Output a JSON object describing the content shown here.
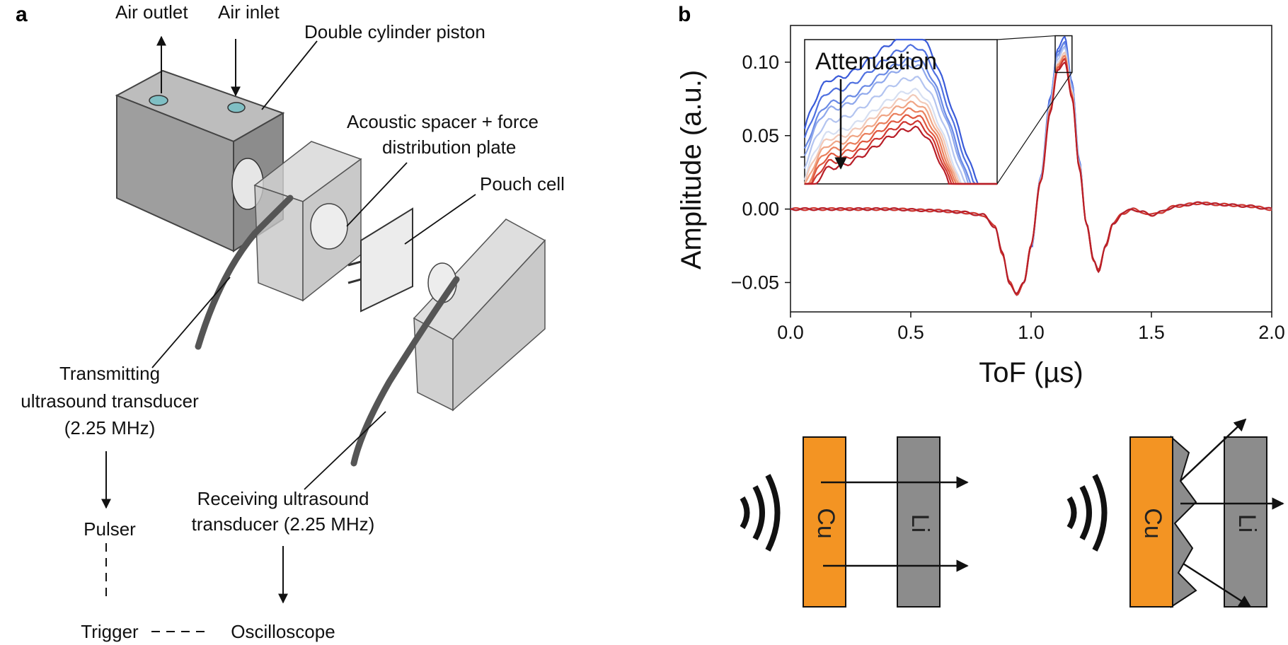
{
  "panel_a": {
    "letter": "a",
    "labels": {
      "air_outlet": "Air outlet",
      "air_inlet": "Air inlet",
      "piston": "Double cylinder piston",
      "spacer_line1": "Acoustic spacer + force",
      "spacer_line2": "distribution plate",
      "pouch": "Pouch cell",
      "tx_line1": "Transmitting",
      "tx_line2": "ultrasound transducer",
      "tx_line3": "(2.25 MHz)",
      "rx_line1": "Receiving ultrasound",
      "rx_line2": "transducer (2.25 MHz)",
      "pulser": "Pulser",
      "trigger": "Trigger",
      "oscilloscope": "Oscilloscope"
    }
  },
  "panel_b": {
    "letter": "b",
    "inset_label": "Attenuation",
    "left_metal_1": "Cu",
    "left_metal_2": "Li",
    "right_metal_1": "Cu",
    "right_metal_2": "Li"
  },
  "chart_data": {
    "type": "line",
    "xlabel": "ToF (µs)",
    "ylabel": "Amplitude (a.u.)",
    "xlim": [
      0.0,
      2.0
    ],
    "ylim": [
      -0.07,
      0.125
    ],
    "xticks": [
      0.0,
      0.5,
      1.0,
      1.5,
      2.0
    ],
    "xtick_labels": [
      "0.0",
      "0.5",
      "1.0",
      "1.5",
      "2.0"
    ],
    "yticks": [
      -0.05,
      0.0,
      0.05,
      0.1
    ],
    "ytick_labels": [
      "−0.05",
      "0.00",
      "0.05",
      "0.10"
    ],
    "grid": false,
    "waveform": {
      "x": [
        0.0,
        0.2,
        0.4,
        0.6,
        0.7,
        0.8,
        0.85,
        0.88,
        0.91,
        0.94,
        0.97,
        1.0,
        1.04,
        1.08,
        1.11,
        1.14,
        1.17,
        1.2,
        1.23,
        1.26,
        1.28,
        1.31,
        1.34,
        1.38,
        1.42,
        1.46,
        1.5,
        1.54,
        1.6,
        1.7,
        1.8,
        1.9,
        2.0
      ],
      "y": [
        0.0,
        0.0,
        0.0,
        -0.001,
        -0.002,
        -0.004,
        -0.012,
        -0.03,
        -0.05,
        -0.058,
        -0.05,
        -0.025,
        0.02,
        0.07,
        0.1,
        0.107,
        0.08,
        0.03,
        -0.01,
        -0.035,
        -0.042,
        -0.025,
        -0.01,
        -0.003,
        0.0,
        -0.002,
        -0.004,
        -0.002,
        0.002,
        0.004,
        0.003,
        0.002,
        0.0
      ]
    },
    "peak_scale": [
      1.09,
      1.07,
      1.05,
      1.04,
      1.02,
      1.0,
      0.99,
      0.98,
      0.97,
      0.96,
      0.95,
      0.94
    ],
    "series_colors": [
      "#3a5bd9",
      "#4f70e0",
      "#6a8ae6",
      "#8fa8ec",
      "#b3c4f0",
      "#d6dff2",
      "#f2c9b8",
      "#f0a585",
      "#ea7f5c",
      "#e0583f",
      "#cf3630",
      "#b81d27"
    ],
    "zoom_box_x": [
      1.1,
      1.17
    ],
    "zoom_box_y": [
      0.093,
      0.118
    ]
  }
}
